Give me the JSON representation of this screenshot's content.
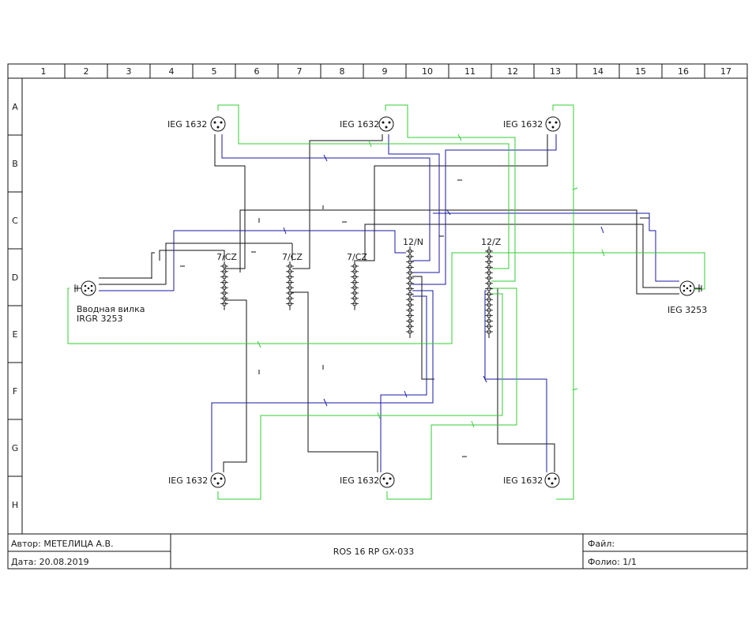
{
  "grid": {
    "columns": [
      "1",
      "2",
      "3",
      "4",
      "5",
      "6",
      "7",
      "8",
      "9",
      "10",
      "11",
      "12",
      "13",
      "14",
      "15",
      "16",
      "17"
    ],
    "rows": [
      "A",
      "B",
      "C",
      "D",
      "E",
      "F",
      "G",
      "H"
    ]
  },
  "connectors": {
    "top_left": "IEG 1632",
    "top_mid": "IEG 1632",
    "top_right": "IEG 1632",
    "bottom_left": "IEG 1632",
    "bottom_mid": "IEG 1632",
    "bottom_right": "IEG 1632",
    "right_plug": "IEG 3253",
    "input_plug_line1": "Вводная вилка",
    "input_plug_line2": "IRGR 3253"
  },
  "terminal_blocks": {
    "tb1": "7/CZ",
    "tb2": "7/CZ",
    "tb3": "7/CZ",
    "tb4": "12/N",
    "tb5": "12/Z"
  },
  "title_block": {
    "author_label": "Автор: МЕТЕЛИЦА А.В.",
    "date_label": "Дата: 20.08.2019",
    "drawing_name": "ROS 16 RP GX-033",
    "file_label": "Файл:",
    "folio_label": "Фолио: 1/1"
  },
  "colors": {
    "black_wire": "#111111",
    "blue_wire": "#1a1aa0",
    "green_wire": "#33cc33"
  }
}
